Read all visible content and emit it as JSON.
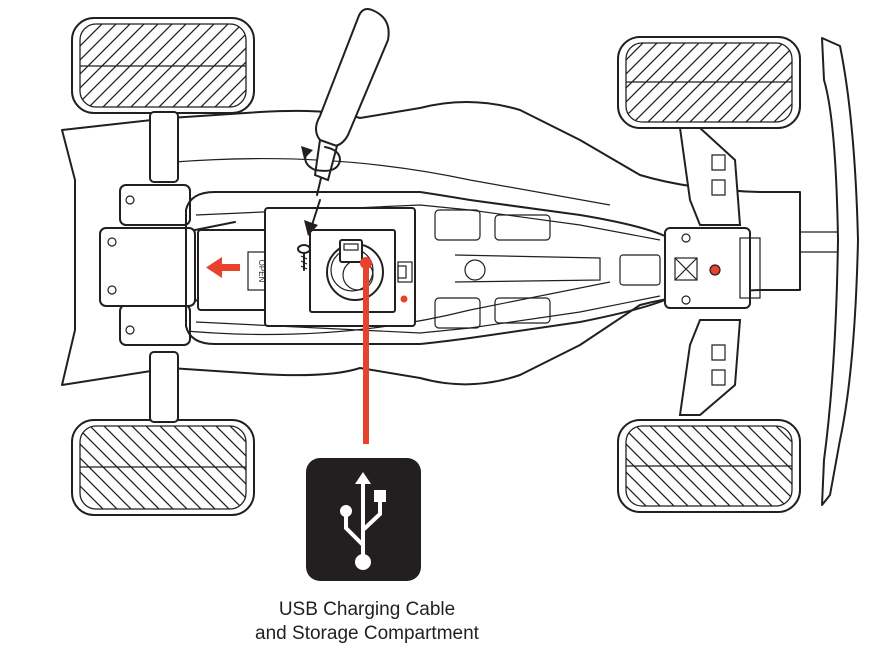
{
  "caption": {
    "line1": "USB Charging Cable",
    "line2": "and Storage Compartment"
  },
  "labels": {
    "battery_door": "OPEN"
  },
  "icons": {
    "main": "usb-symbol-icon",
    "tool": "screwdriver-icon",
    "rotation": "rotate-arrow-icon",
    "direction": "slide-arrow-icon"
  },
  "colors": {
    "accent": "#e8412c",
    "ink": "#231f20",
    "icon_background": "#231f20",
    "background": "#ffffff"
  }
}
